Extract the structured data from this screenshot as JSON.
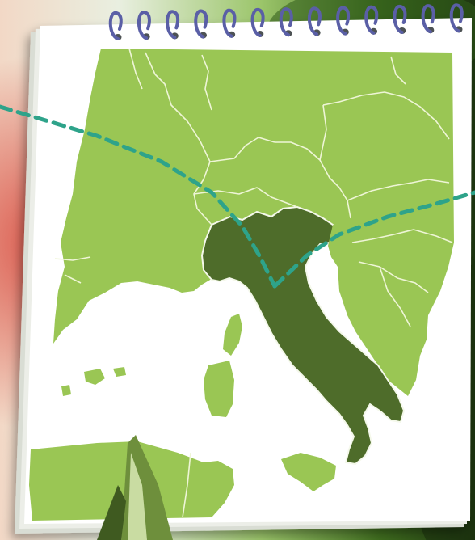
{
  "colors": {
    "background_dark": "#1f3a12",
    "background_mid": "#5d8a2e",
    "background_light": "#e8f0d8",
    "background_red": "#d8463a",
    "paper": "#ffffff",
    "paper_shadow": "#c8ccc4",
    "land": "#9ac654",
    "land_border": "#eef5d6",
    "highlight_country": "#4e6c2a",
    "sea": "#ffffff",
    "route_line": "#2ea38a",
    "spiral_ring": "#5a5fa6",
    "spiral_hole": "#4d5254",
    "pencil": "#6e8f3c"
  },
  "map": {
    "highlighted_region": "italy",
    "regions": [
      "france",
      "switzerland",
      "austria",
      "germany",
      "czechia",
      "slovenia",
      "croatia",
      "balkans",
      "corsica",
      "sardinia",
      "sicily",
      "north-africa"
    ]
  },
  "notebook": {
    "binding": "spiral",
    "ring_count": 13
  },
  "decor": {
    "pencil": true,
    "route_lines": 2
  }
}
